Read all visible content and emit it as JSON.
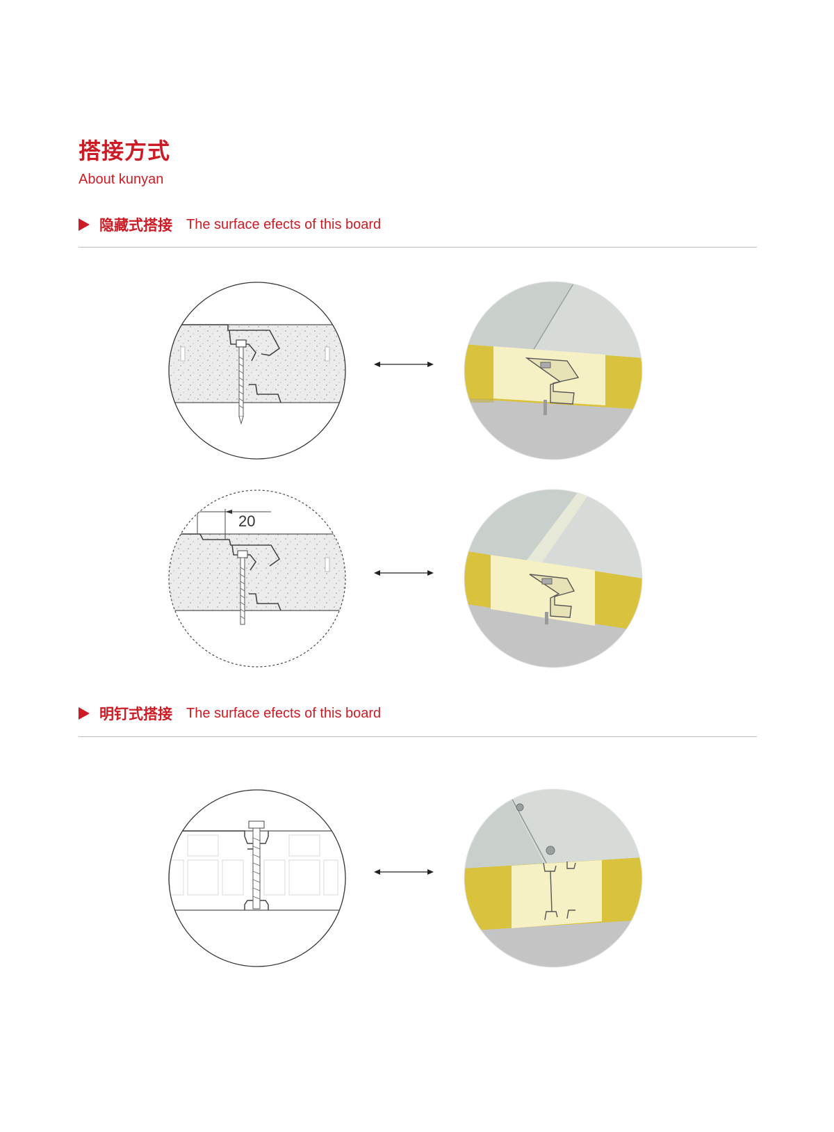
{
  "page": {
    "title": "搭接方式",
    "subtitle": "About kunyan"
  },
  "sections": [
    {
      "title_cn": "隐藏式搭接",
      "title_en": "The surface efects of this board"
    },
    {
      "title_cn": "明钉式搭接",
      "title_en": "The surface efects of this board"
    }
  ],
  "figures": {
    "dimension_label": "20"
  },
  "colors": {
    "accent": "#cc1b24",
    "panel_steel": "#c8ceca",
    "rockwool": "#d8c23a",
    "foam_core": "#f7f2c8",
    "floor": "#c4c4c4"
  }
}
